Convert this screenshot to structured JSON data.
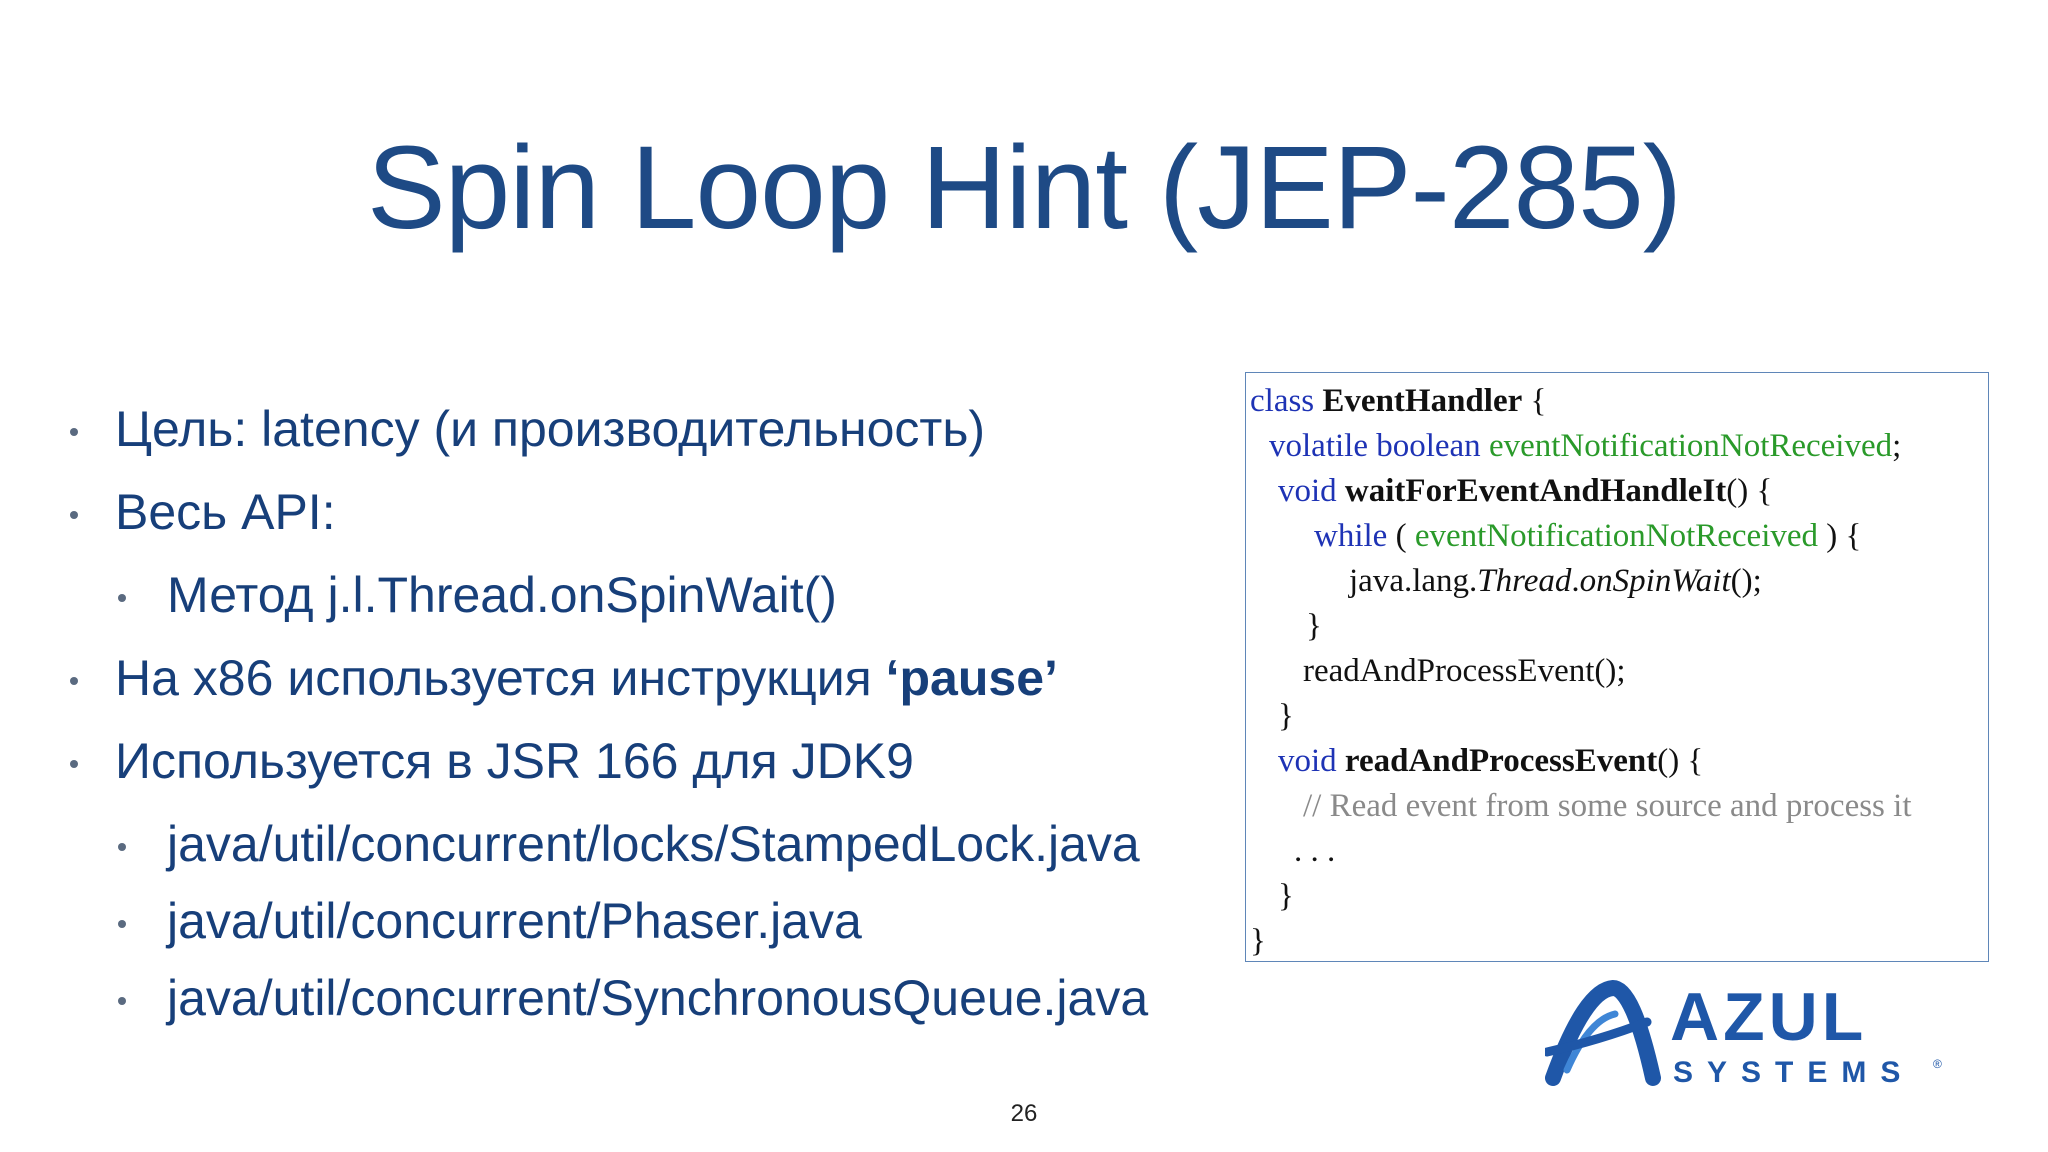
{
  "slide": {
    "title": "Spin Loop Hint (JEP-285)",
    "page_number": "26"
  },
  "bullets": [
    {
      "level": 1,
      "text": "Цель: latency (и производительность)"
    },
    {
      "level": 1,
      "text": "Весь API:"
    },
    {
      "level": 2,
      "text": "Метод j.l.Thread.onSpinWait()"
    },
    {
      "level": 1,
      "text_before": "На x86 используется инструкция ",
      "text_bold": "‘pause’"
    },
    {
      "level": 1,
      "text": "Используется в JSR 166 для JDK9"
    },
    {
      "level": 2,
      "text": "java/util/concurrent/locks/StampedLock.java"
    },
    {
      "level": 2,
      "text": "java/util/concurrent/Phaser.java"
    },
    {
      "level": 2,
      "text": "java/util/concurrent/SynchronousQueue.java"
    }
  ],
  "code": {
    "l1": {
      "kw": "class",
      "name": "EventHandler",
      "punc": "{"
    },
    "l2": {
      "kw": "volatile boolean",
      "field": "eventNotificationNotReceived",
      "punc": ";"
    },
    "l3": {
      "kw": "void",
      "name": "waitForEventAndHandleIt",
      "punc": "() {"
    },
    "l4": {
      "kw": "while",
      "open": "(",
      "field": "eventNotificationNotReceived",
      "close": ") {"
    },
    "l5": {
      "pkg": "java.lang.",
      "cls": "Thread",
      "dot": ".",
      "method": "onSpinWait",
      "punc": "();"
    },
    "l6": "}",
    "l7": "readAndProcessEvent();",
    "l8": "}",
    "l9": {
      "kw": "void",
      "name": "readAndProcessEvent",
      "punc": "() {"
    },
    "l10": "// Read event from some source and process it",
    "l11": ". . .",
    "l12": "}",
    "l13": "}"
  },
  "logo": {
    "word1": "AZUL",
    "word2": "SYSTEMS",
    "mark": "®",
    "colors": {
      "primary": "#1f57a8",
      "accent": "#3f86d6"
    }
  },
  "colors": {
    "title": "#1e4a85",
    "bullet_text": "#173f7a",
    "code_keyword": "#1e33b5",
    "code_field": "#2a9a2a",
    "code_comment": "#8a8a8a",
    "code_border": "#5f86b8"
  }
}
